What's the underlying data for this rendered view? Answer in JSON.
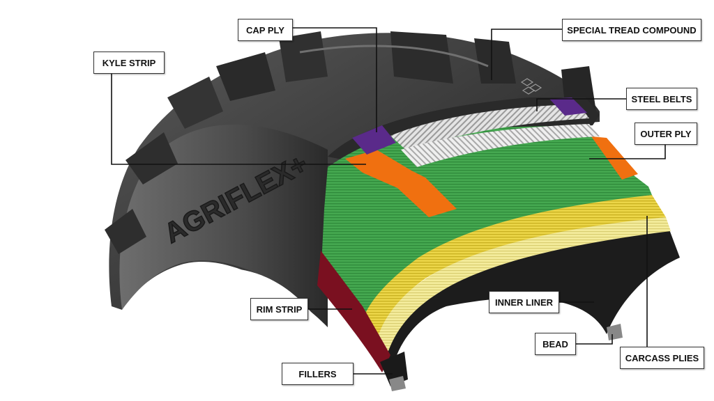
{
  "brand_text": "AGRIFLEX+",
  "labels": {
    "cap_ply": "CAP PLY",
    "special_tread_compound": "SPECIAL TREAD COMPOUND",
    "kyle_strip": "KYLE STRIP",
    "steel_belts": "STEEL BELTS",
    "outer_ply": "OUTER PLY",
    "rim_strip": "RIM STRIP",
    "inner_liner": "INNER LINER",
    "bead": "BEAD",
    "carcass_plies": "CARCASS PLIES",
    "fillers": "FILLERS"
  },
  "colors": {
    "rubber": "#3a3a3a",
    "cap_ply": "#5a2a8a",
    "outer_ply": "#f07010",
    "carcass_green": "#3fa04a",
    "carcass_yellow": "#e8d040",
    "rim_strip": "#7a1020",
    "steel_belts": "#d8d8d8"
  }
}
